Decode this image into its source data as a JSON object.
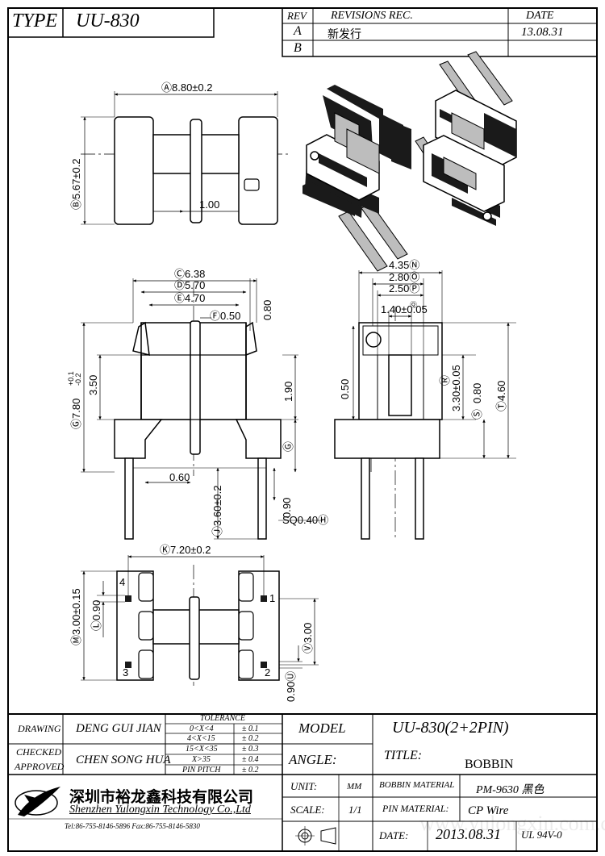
{
  "header": {
    "type_label": "TYPE",
    "type_value": "UU-830",
    "rev_label": "REV",
    "revisions_label": "REVISIONS REC.",
    "date_label": "DATE",
    "rows": [
      {
        "rev": "A",
        "text": "新发行",
        "date": "13.08.31"
      },
      {
        "rev": "B",
        "text": "",
        "date": ""
      }
    ]
  },
  "dimensions": {
    "top_width": "Ⓐ8.80±0.2",
    "top_height": "Ⓑ5.67±0.2",
    "top_gap": "1.00",
    "front_c": "Ⓒ6.38",
    "front_d": "Ⓓ5.70",
    "front_e": "Ⓔ4.70",
    "front_f": "Ⓕ0.50",
    "front_080": "0.80",
    "front_350": "3.50",
    "front_height_main": "Ⓖ7.80",
    "front_height_tol_top": "+0.1",
    "front_height_tol_bot": "-0.2",
    "front_190": "1.90",
    "front_g_marker": "Ⓖ",
    "front_060": "0.60",
    "front_pin_len": "Ⓙ3.60±0.2",
    "front_090": "0.90",
    "front_sq": "SQ0.40Ⓗ",
    "side_435": "4.35Ⓝ",
    "side_280": "2.80Ⓞ",
    "side_250": "2.50Ⓟ",
    "side_140": "1.40±0.05",
    "side_140_marker": "Ⓠ",
    "side_050": "0.50",
    "side_330": "3.30±0.05",
    "side_330_marker": "Ⓡ",
    "side_080": "0.80",
    "side_080_marker": "Ⓢ",
    "side_460": "Ⓣ4.60",
    "bottom_720": "Ⓚ7.20±0.2",
    "bottom_300": "Ⓜ3.00±0.15",
    "bottom_090": "Ⓛ0.90",
    "bottom_v300": "Ⓥ3.00",
    "bottom_090b": "0.90Ⓤ",
    "pins": [
      "4",
      "1",
      "3",
      "2"
    ]
  },
  "titleblock": {
    "drawing_label": "DRAWING",
    "drawing_name": "DENG GUI JIAN",
    "checked_label": "CHECKED",
    "approved_label": "APPROVED",
    "checked_name": "CHEN SONG HUA",
    "tolerance_label": "TOLERANCE",
    "tolerance_rows": [
      {
        "range": "0<X<4",
        "tol": "± 0.1"
      },
      {
        "range": "4<X<15",
        "tol": "± 0.2"
      },
      {
        "range": "15<X<35",
        "tol": "± 0.3"
      },
      {
        "range": "X>35",
        "tol": "± 0.4"
      },
      {
        "range": "PIN PITCH",
        "tol": "± 0.2"
      }
    ],
    "model_label": "MODEL",
    "model_value": "UU-830(2+2PIN)",
    "angle_label": "ANGLE:",
    "title_label": "TITLE:",
    "title_value": "BOBBIN",
    "company_cn": "深圳市裕龙鑫科技有限公司",
    "company_en": "Shenzhen Yulongxin Technology Co.,Ltd",
    "contact": "Tel:86-755-8146-5896  Fax:86-755-8146-5830",
    "unit_label": "UNIT:",
    "unit_value": "MM",
    "scale_label": "SCALE:",
    "scale_value": "1/1",
    "bobbin_material_label": "BOBBIN MATERIAL",
    "bobbin_material_value": "PM-9630 黑色",
    "pin_material_label": "PIN MATERIAL:",
    "pin_material_value": "CP Wire",
    "date_label": "DATE:",
    "date_value": "2013.08.31",
    "ul_value": "UL 94V-0",
    "watermark": "www.yulongxin.com.cn"
  },
  "icons": {
    "logo": "swoosh-logo-icon",
    "projection": "third-angle-projection-icon"
  }
}
